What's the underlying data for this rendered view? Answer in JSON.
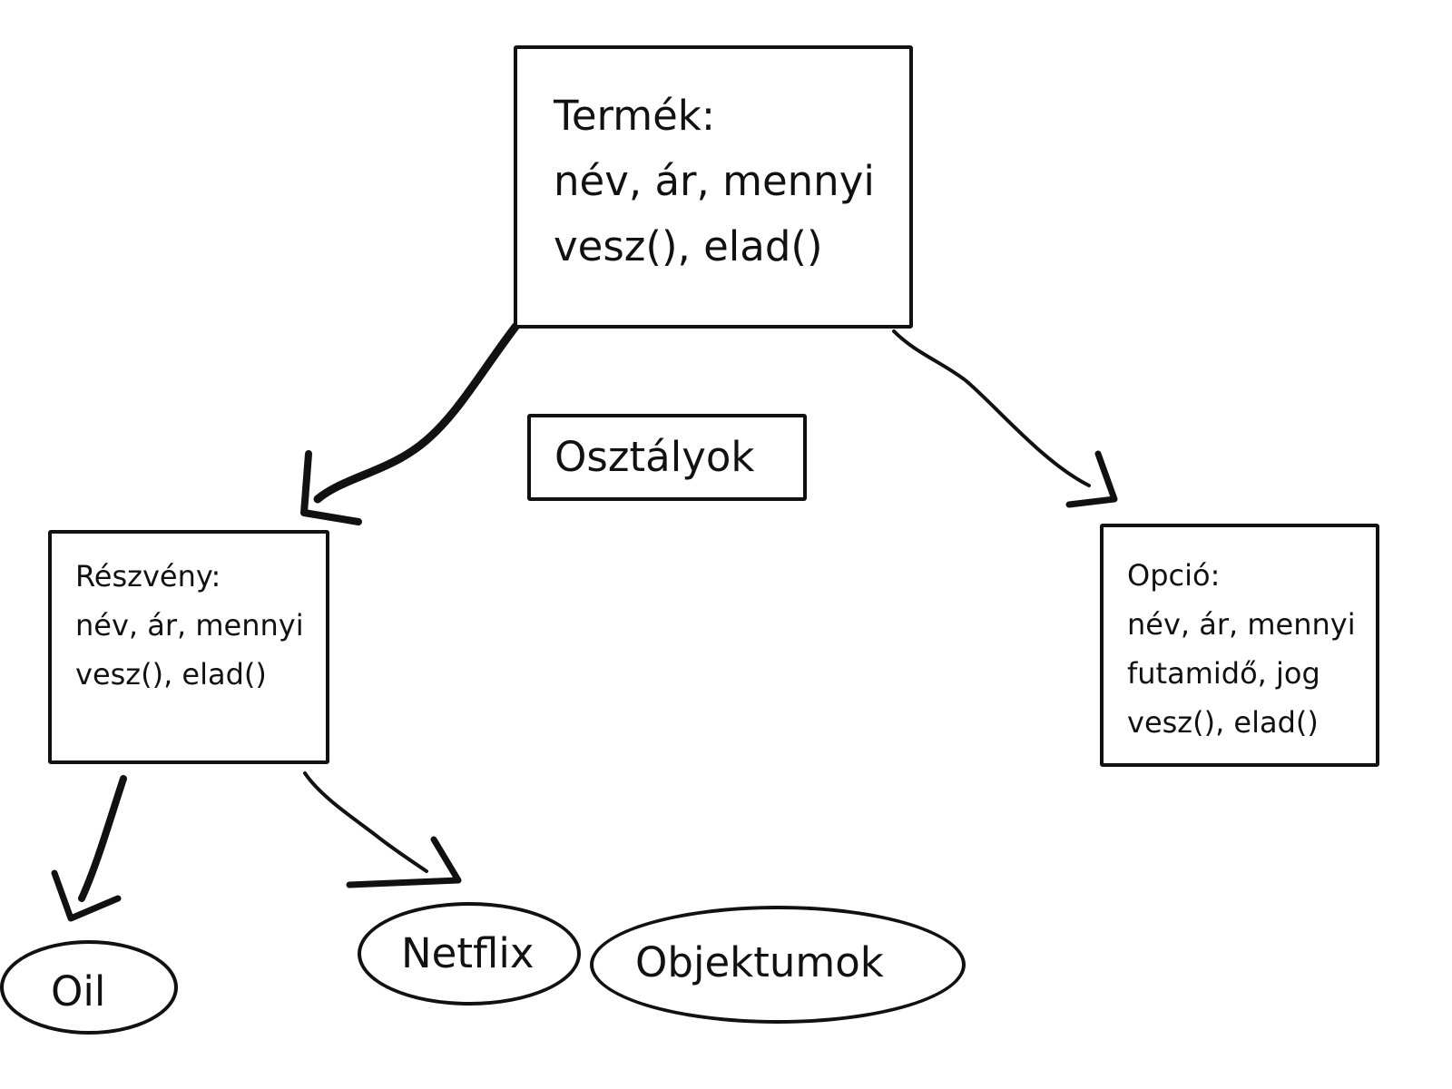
{
  "classes": {
    "termek": {
      "title": "Termék:",
      "attributes": "név, ár, mennyi",
      "methods": "vesz(), elad()"
    },
    "reszveny": {
      "title": "Részvény:",
      "attributes": "név, ár, mennyi",
      "methods": "vesz(), elad()"
    },
    "opcio": {
      "title": "Opció:",
      "attributes": "név, ár, mennyi",
      "extra": "futamidő, jog",
      "methods": "vesz(), elad()"
    }
  },
  "labels": {
    "classes": "Osztályok",
    "objects": "Objektumok"
  },
  "objects": {
    "oil": "Oil",
    "netflix": "Netflix"
  },
  "colors": {
    "stroke": "#111111",
    "background": "#ffffff"
  }
}
